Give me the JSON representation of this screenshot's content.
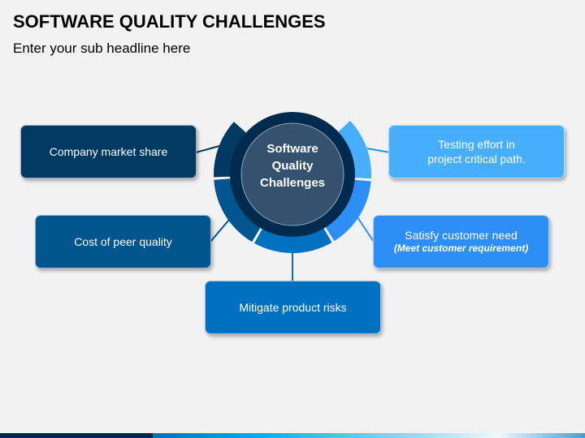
{
  "title": "SOFTWARE QUALITY CHALLENGES",
  "subtitle": "Enter your sub headline here",
  "center": {
    "line1": "Software",
    "line2": "Quality",
    "line3": "Challenges"
  },
  "items": [
    {
      "label": "Company market share",
      "color": "#003a63"
    },
    {
      "label": "Cost of peer quality",
      "color": "#00558f"
    },
    {
      "label": "Mitigate product risks",
      "color": "#0070c0"
    },
    {
      "label": "Satisfy customer need",
      "note": "(Meet customer requirement)",
      "color": "#2d8ff5"
    },
    {
      "label": "Testing effort in",
      "label2": "project critical path.",
      "color": "#46aefc"
    }
  ]
}
